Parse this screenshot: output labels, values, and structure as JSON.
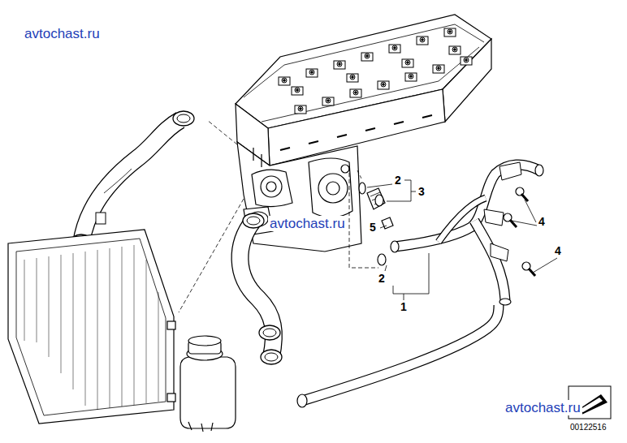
{
  "diagram": {
    "labels": [
      "avtochast.ru",
      "2",
      "3",
      "avtochast.ru",
      "5",
      "4",
      "2",
      "1",
      "4",
      "avtochast.ru",
      "00122516"
    ]
  }
}
